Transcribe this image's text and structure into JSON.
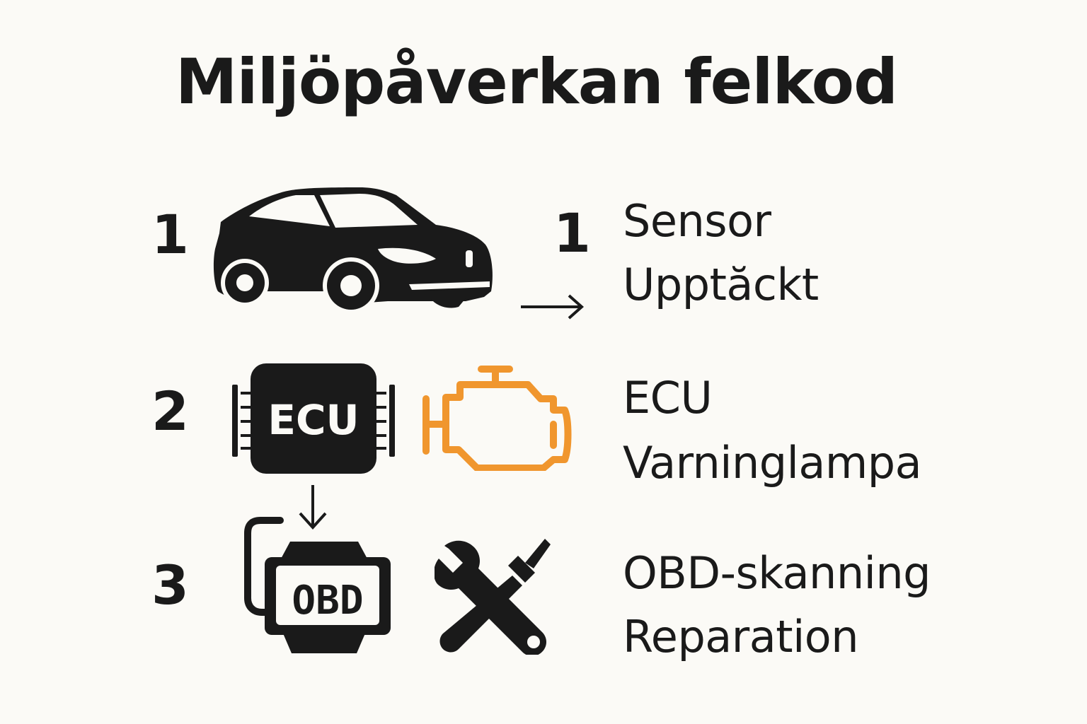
{
  "title": "Miljöpåverkan felkod",
  "steps": [
    {
      "number": "1",
      "side_number": "1",
      "icons": [
        "car-icon",
        "arrow-right-icon"
      ],
      "labels": [
        "Sensor",
        "Upptăckt"
      ]
    },
    {
      "number": "2",
      "icons": [
        "ecu-chip-icon",
        "check-engine-icon"
      ],
      "ecu_text": "ECU",
      "labels": [
        "ECU",
        "Varninglampa"
      ]
    },
    {
      "number": "3",
      "icons": [
        "arrow-down-icon",
        "obd-connector-icon",
        "wrench-screwdriver-icon"
      ],
      "obd_text": "OBD",
      "labels": [
        "OBD-skanning",
        "Reparation"
      ]
    }
  ],
  "colors": {
    "background": "#fbfaf6",
    "text": "#1a1a1a",
    "warning_accent": "#f0962e"
  }
}
